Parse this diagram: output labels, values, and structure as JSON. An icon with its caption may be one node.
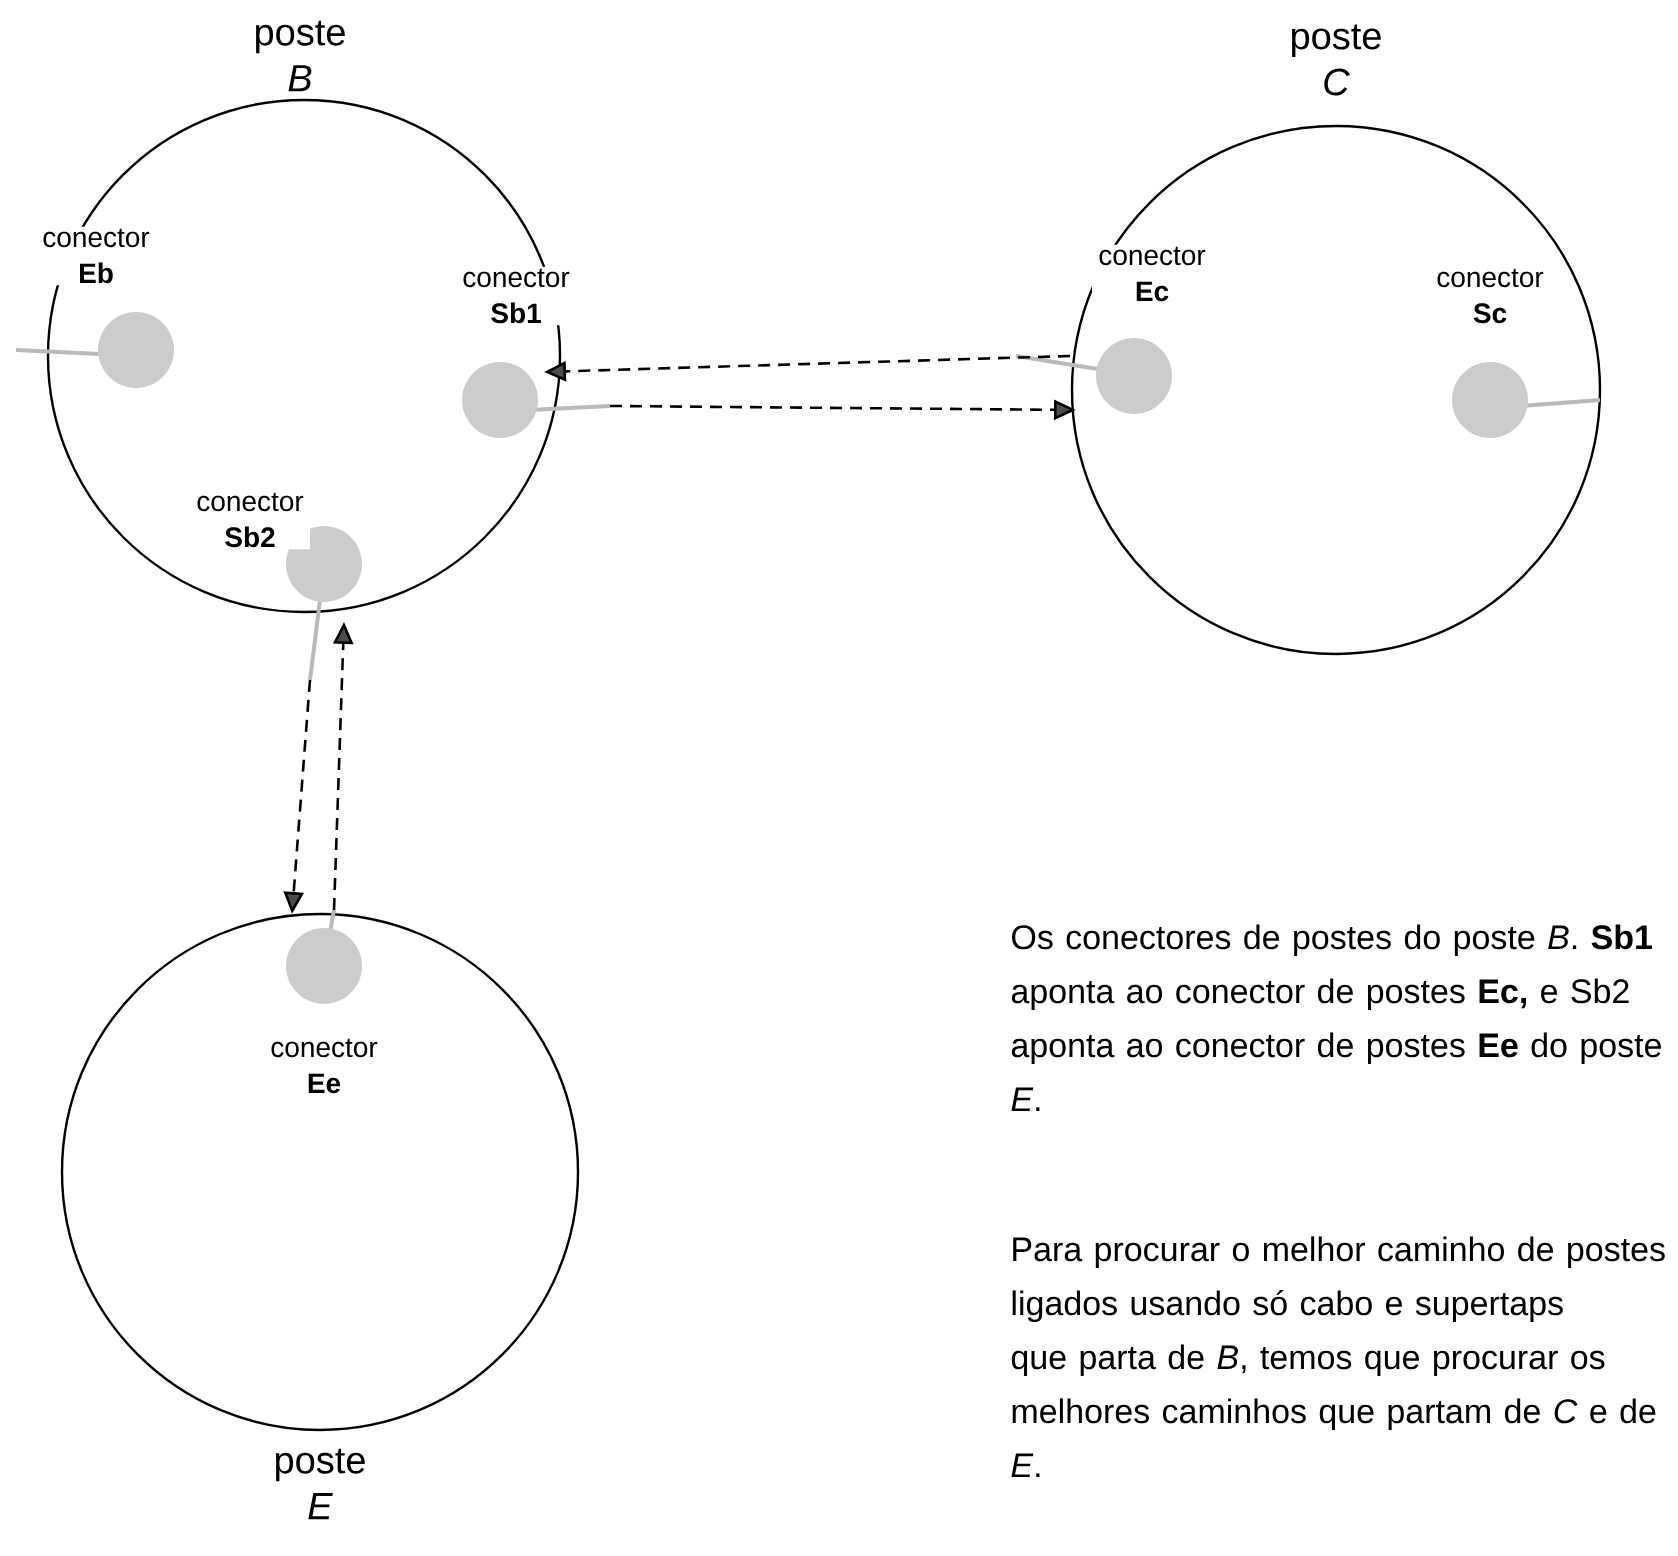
{
  "diagram": {
    "nodes": [
      {
        "text": [
          "poste *B*"
        ]
      },
      {
        "text": [
          "conector **Eb**"
        ],
        "in": 0
      },
      {
        "text": [
          "conector **Sb1**"
        ],
        "in": 0
      },
      {
        "text": [
          "conector **Sb2**"
        ],
        "in": 0
      },
      {
        "text": [
          "poste *C*"
        ]
      },
      {
        "text": [
          "conector **Ec**"
        ],
        "in": 4
      },
      {
        "text": [
          "conector **Sc**"
        ],
        "in": 4
      },
      {
        "text": [
          "poste *E*"
        ]
      },
      {
        "text": [
          "conector **Ee**"
        ],
        "in": 7
      }
    ],
    "edges": [
      {
        "from": 5,
        "to": 2,
        "arrow": "to",
        "style": "dashed"
      },
      {
        "from": 2,
        "to": 5,
        "arrow": "to",
        "style": "dashed"
      },
      {
        "from": 3,
        "to": 8,
        "arrow": "to",
        "style": "dashed"
      },
      {
        "from": 8,
        "to": 3,
        "arrow": "to",
        "style": "dashed"
      }
    ],
    "labels": [
      "Os conectores de postes do poste *B*. **Sb1** aponta ao conector de postes **Ec,** e Sb2 aponta ao conector de postes **Ee** do poste *E*.",
      "Para procurar o melhor caminho de postes ligados usando só cabo e supertaps que parta de *B*, temos que procurar os melhores caminhos que partam de *C* e de *E*."
    ]
  }
}
